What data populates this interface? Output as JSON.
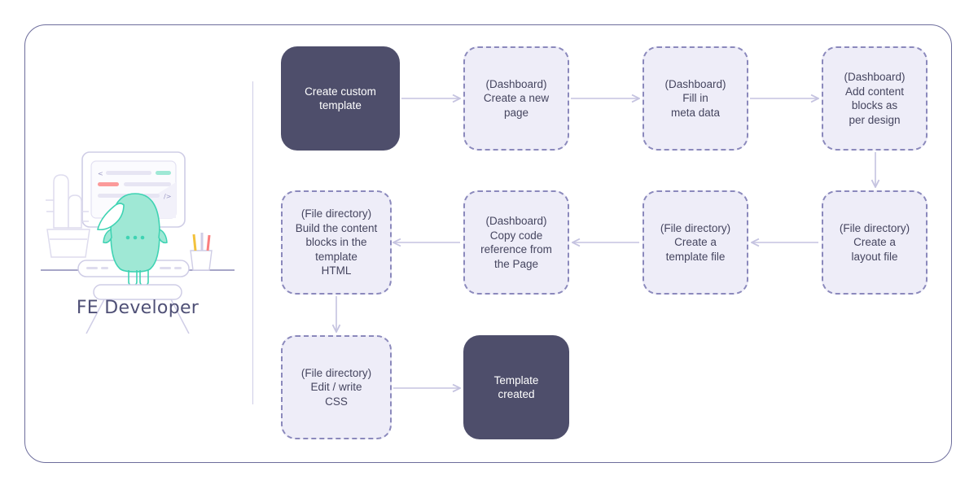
{
  "diagram": {
    "title_caption": "FE Developer",
    "colors": {
      "frame_border": "#6d6d9c",
      "solid_node_bg": "#4e4e6b",
      "solid_node_text": "#ffffff",
      "dashed_node_bg": "#eeedf8",
      "dashed_node_border": "#8b89bc",
      "dashed_node_text": "#45455f",
      "arrow": "#c5c3e0",
      "divider": "#cfcde6",
      "character_mint": "#9fe8d5",
      "caption_text": "#4f5076"
    },
    "nodes": [
      {
        "id": "n1",
        "style": "solid",
        "text": "Create custom\ntemplate"
      },
      {
        "id": "n2",
        "style": "dashed",
        "text": "(Dashboard)\nCreate a new\npage"
      },
      {
        "id": "n3",
        "style": "dashed",
        "text": "(Dashboard)\nFill in\nmeta data"
      },
      {
        "id": "n4",
        "style": "dashed",
        "text": "(Dashboard)\nAdd content\nblocks as\nper design"
      },
      {
        "id": "n5",
        "style": "dashed",
        "text": "(File directory)\nCreate a\nlayout file"
      },
      {
        "id": "n6",
        "style": "dashed",
        "text": "(File directory)\nCreate a\ntemplate file"
      },
      {
        "id": "n7",
        "style": "dashed",
        "text": "(Dashboard)\nCopy code\nreference from\nthe Page"
      },
      {
        "id": "n8",
        "style": "dashed",
        "text": "(File directory)\nBuild the content\nblocks in the\ntemplate\nHTML"
      },
      {
        "id": "n9",
        "style": "dashed",
        "text": "(File directory)\nEdit / write\nCSS"
      },
      {
        "id": "n10",
        "style": "solid",
        "text": "Template\ncreated"
      }
    ],
    "illustration": {
      "character_label": "developer-character",
      "screen_glyph_left": "<",
      "screen_glyph_right": "/>",
      "face_dots": "..."
    }
  }
}
